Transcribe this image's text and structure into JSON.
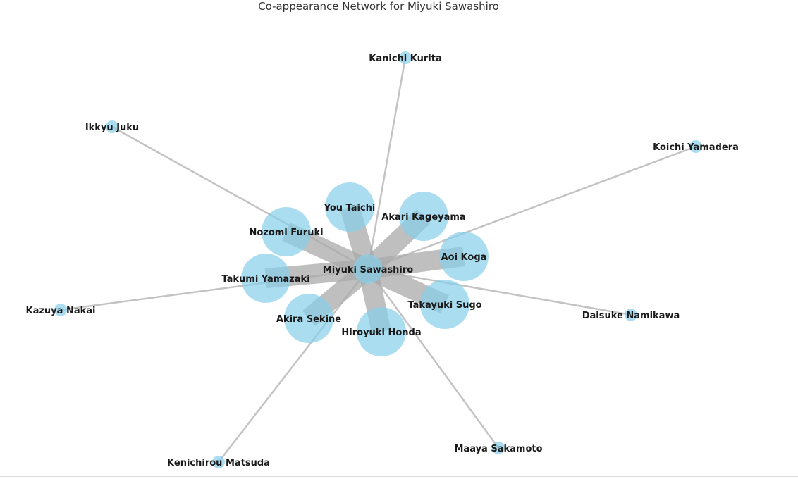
{
  "title": "Co-appearance Network for Miyuki Sawashiro",
  "colors": {
    "node_fill": "#87CEEB",
    "edge": "#a9a9a9",
    "label": "#1a1a1a"
  },
  "center": "Miyuki Sawashiro",
  "nodes": [
    {
      "id": "miyuki",
      "label": "Miyuki Sawashiro",
      "weight": 1
    },
    {
      "id": "you",
      "label": "You Taichi",
      "weight": 5
    },
    {
      "id": "akari",
      "label": "Akari Kageyama",
      "weight": 5
    },
    {
      "id": "nozomi",
      "label": "Nozomi Furuki",
      "weight": 5
    },
    {
      "id": "aoi",
      "label": "Aoi Koga",
      "weight": 5
    },
    {
      "id": "takumi",
      "label": "Takumi Yamazaki",
      "weight": 5
    },
    {
      "id": "takayuki",
      "label": "Takayuki Sugo",
      "weight": 5
    },
    {
      "id": "akira",
      "label": "Akira Sekine",
      "weight": 5
    },
    {
      "id": "hiroyuki",
      "label": "Hiroyuki Honda",
      "weight": 5
    },
    {
      "id": "kanichi",
      "label": "Kanichi Kurita",
      "weight": 1
    },
    {
      "id": "ikkyu",
      "label": "Ikkyu Juku",
      "weight": 1
    },
    {
      "id": "koichi",
      "label": "Koichi Yamadera",
      "weight": 1
    },
    {
      "id": "kazuya",
      "label": "Kazuya Nakai",
      "weight": 1
    },
    {
      "id": "daisuke",
      "label": "Daisuke Namikawa",
      "weight": 1
    },
    {
      "id": "maaya",
      "label": "Maaya Sakamoto",
      "weight": 1
    },
    {
      "id": "kenichirou",
      "label": "Kenichirou Matsuda",
      "weight": 1
    }
  ],
  "edges": [
    {
      "source": "miyuki",
      "target": "you",
      "weight": 5
    },
    {
      "source": "miyuki",
      "target": "akari",
      "weight": 5
    },
    {
      "source": "miyuki",
      "target": "nozomi",
      "weight": 5
    },
    {
      "source": "miyuki",
      "target": "aoi",
      "weight": 5
    },
    {
      "source": "miyuki",
      "target": "takumi",
      "weight": 5
    },
    {
      "source": "miyuki",
      "target": "takayuki",
      "weight": 5
    },
    {
      "source": "miyuki",
      "target": "akira",
      "weight": 5
    },
    {
      "source": "miyuki",
      "target": "hiroyuki",
      "weight": 5
    },
    {
      "source": "miyuki",
      "target": "kanichi",
      "weight": 1
    },
    {
      "source": "miyuki",
      "target": "ikkyu",
      "weight": 1
    },
    {
      "source": "miyuki",
      "target": "koichi",
      "weight": 1
    },
    {
      "source": "miyuki",
      "target": "kazuya",
      "weight": 1
    },
    {
      "source": "miyuki",
      "target": "daisuke",
      "weight": 1
    },
    {
      "source": "miyuki",
      "target": "maaya",
      "weight": 1
    },
    {
      "source": "miyuki",
      "target": "kenichirou",
      "weight": 1
    }
  ]
}
